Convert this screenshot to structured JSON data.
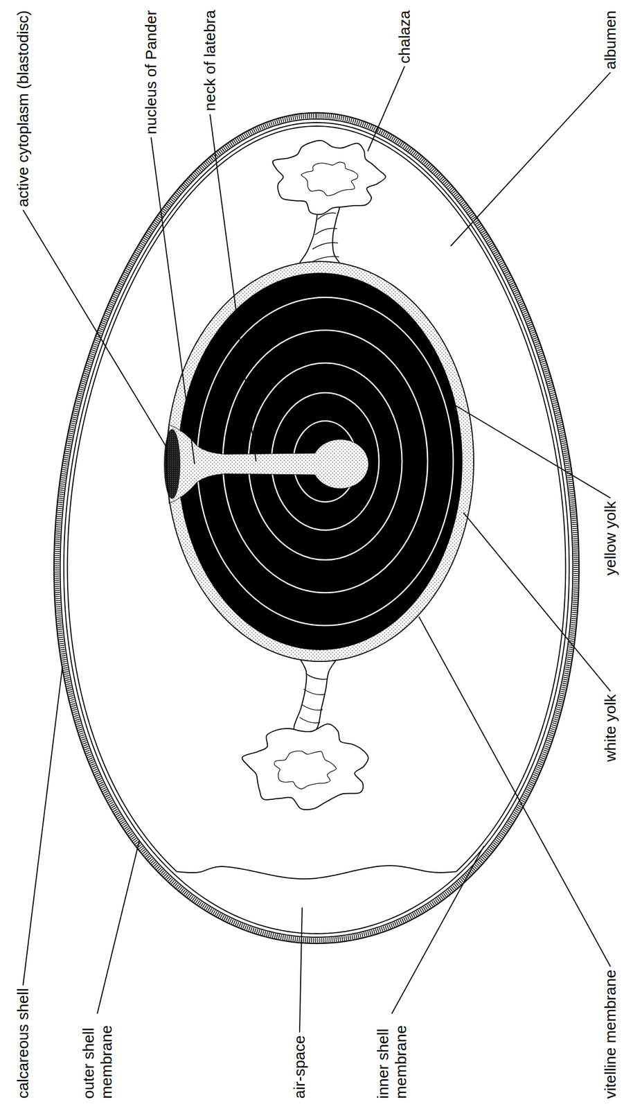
{
  "diagram": {
    "labels": [
      "active cytoplasm (blastodisc)",
      "nucleus of Pander",
      "neck of latebra",
      "chalaza",
      "albumen",
      "yellow yolk",
      "white yolk",
      "calcareous shell",
      "outer shell membrane",
      "air-space",
      "inner shell membrane",
      "vitelline membrane"
    ]
  }
}
